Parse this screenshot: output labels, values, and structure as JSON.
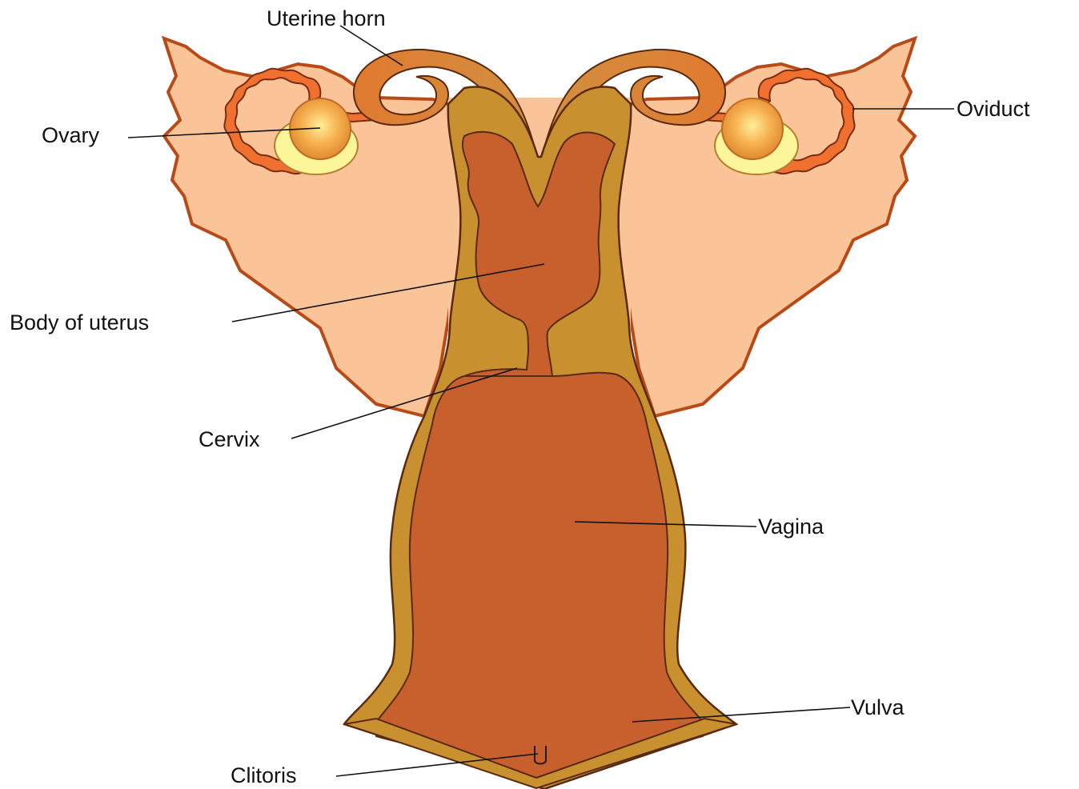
{
  "labels": {
    "uterine_horn": "Uterine horn",
    "oviduct": "Oviduct",
    "ovary": "Ovary",
    "body_of_uterus": "Body of uterus",
    "cervix": "Cervix",
    "vagina": "Vagina",
    "vulva": "Vulva",
    "clitoris": "Clitoris"
  },
  "colors": {
    "ligament": "#fbc498",
    "ligament_edge": "#b84a18",
    "oviduct": "#f07030",
    "uterine_wall": "#c99030",
    "lumen": "#c8602e",
    "horn": "#e07a32",
    "ovary_center": "#ffe080",
    "ovary_edge": "#e08a30",
    "follicle": "#fcf59a",
    "line": "#111111"
  }
}
